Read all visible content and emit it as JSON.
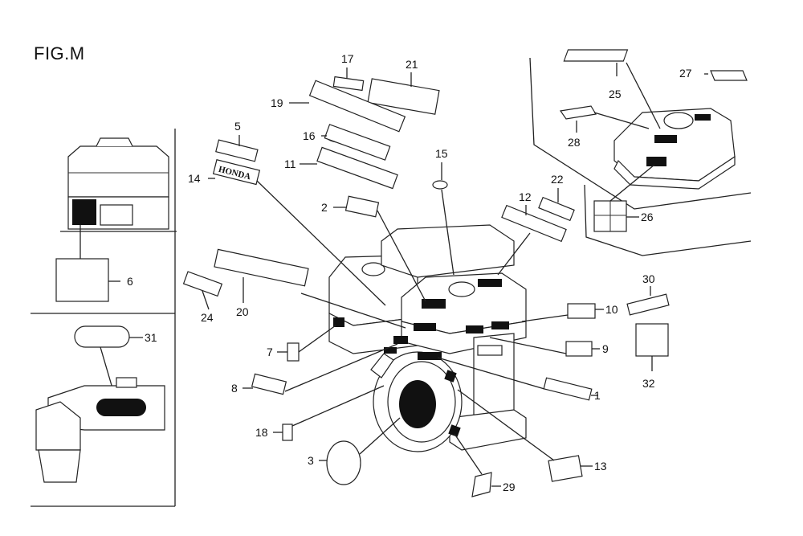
{
  "figure": {
    "title": "FIG.M"
  },
  "callouts": [
    "1",
    "2",
    "3",
    "5",
    "6",
    "7",
    "8",
    "9",
    "10",
    "11",
    "12",
    "13",
    "14",
    "15",
    "16",
    "17",
    "18",
    "19",
    "20",
    "21",
    "22",
    "24",
    "25",
    "26",
    "27",
    "28",
    "29",
    "30",
    "31",
    "32"
  ],
  "brand_decal": "HONDA"
}
